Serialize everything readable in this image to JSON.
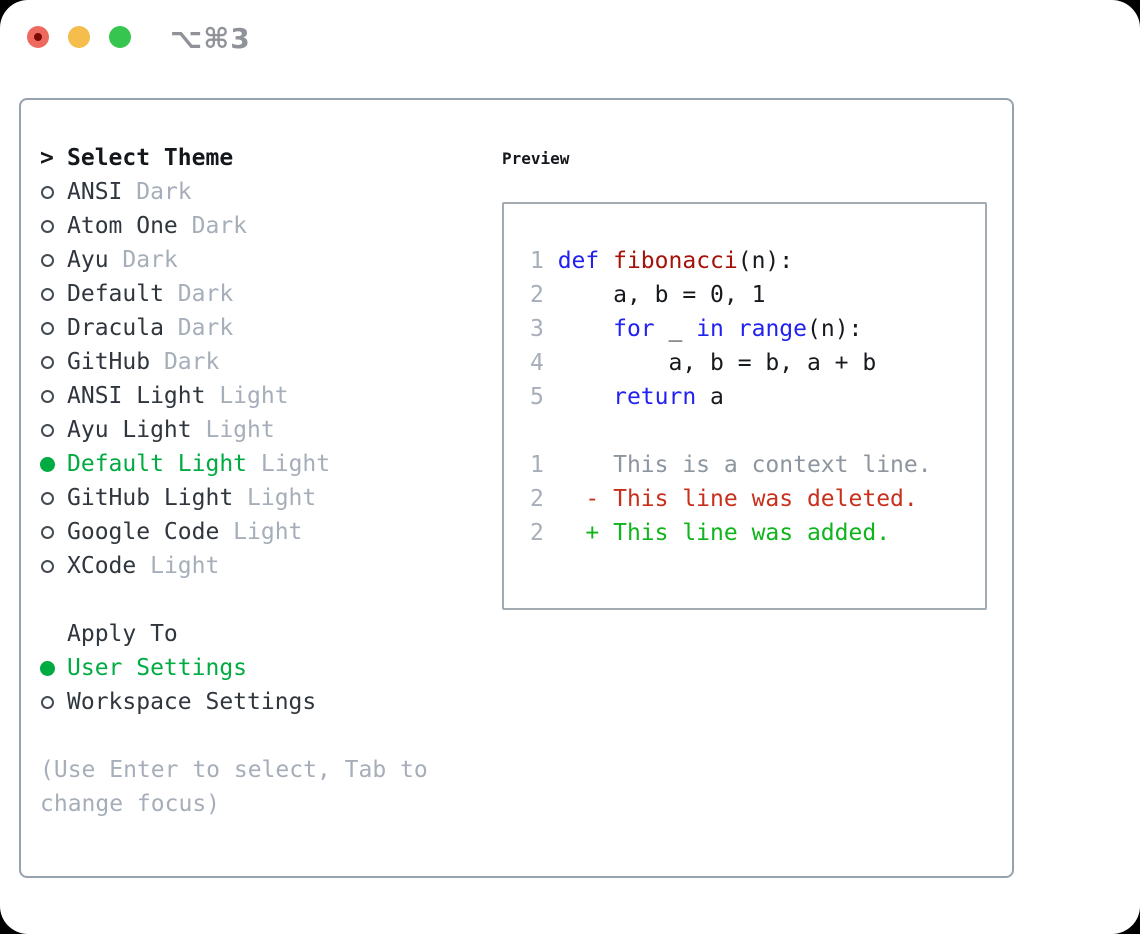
{
  "window": {
    "title": "⌥⌘3"
  },
  "titlebar": {
    "lights": [
      "close",
      "minimize",
      "zoom"
    ]
  },
  "theme_panel": {
    "prompt": ">",
    "header": "Select Theme",
    "themes": [
      {
        "name": "ANSI",
        "variant": "Dark",
        "selected": false
      },
      {
        "name": "Atom One",
        "variant": "Dark",
        "selected": false
      },
      {
        "name": "Ayu",
        "variant": "Dark",
        "selected": false
      },
      {
        "name": "Default",
        "variant": "Dark",
        "selected": false
      },
      {
        "name": "Dracula",
        "variant": "Dark",
        "selected": false
      },
      {
        "name": "GitHub",
        "variant": "Dark",
        "selected": false
      },
      {
        "name": "ANSI Light",
        "variant": "Light",
        "selected": false
      },
      {
        "name": "Ayu Light",
        "variant": "Light",
        "selected": false
      },
      {
        "name": "Default Light",
        "variant": "Light",
        "selected": true
      },
      {
        "name": "GitHub Light",
        "variant": "Light",
        "selected": false
      },
      {
        "name": "Google Code",
        "variant": "Light",
        "selected": false
      },
      {
        "name": "XCode",
        "variant": "Light",
        "selected": false
      }
    ],
    "apply_header": "Apply To",
    "apply_options": [
      {
        "label": "User Settings",
        "selected": true
      },
      {
        "label": "Workspace Settings",
        "selected": false
      }
    ],
    "help_lines": [
      "(Use Enter to select, Tab to",
      "change focus)"
    ]
  },
  "preview": {
    "header": "Preview",
    "code_lines": [
      {
        "num": "1",
        "segments": [
          [
            "kw",
            "def"
          ],
          [
            "plain",
            " "
          ],
          [
            "fn",
            "fibonacci"
          ],
          [
            "plain",
            "(n):"
          ]
        ]
      },
      {
        "num": "2",
        "segments": [
          [
            "plain",
            "    a, b = 0, 1"
          ]
        ]
      },
      {
        "num": "3",
        "segments": [
          [
            "plain",
            "    "
          ],
          [
            "kw",
            "for"
          ],
          [
            "plain",
            " _ "
          ],
          [
            "kw",
            "in"
          ],
          [
            "plain",
            " "
          ],
          [
            "kw",
            "range"
          ],
          [
            "plain",
            "(n):"
          ]
        ]
      },
      {
        "num": "4",
        "segments": [
          [
            "plain",
            "        a, b = b, a + b"
          ]
        ]
      },
      {
        "num": "5",
        "segments": [
          [
            "plain",
            "    "
          ],
          [
            "kw",
            "return"
          ],
          [
            "plain",
            " a"
          ]
        ]
      },
      {
        "num": "",
        "segments": []
      },
      {
        "num": "1",
        "segments": [
          [
            "ctx",
            "    This is a context line."
          ]
        ]
      },
      {
        "num": "2",
        "segments": [
          [
            "del",
            "  - This line was deleted."
          ]
        ]
      },
      {
        "num": "2",
        "segments": [
          [
            "add",
            "  + This line was added."
          ]
        ]
      }
    ]
  },
  "colors": {
    "accent_green": "#00ab42",
    "keyword_blue": "#2222f0",
    "function_red": "#a51207",
    "diff_deleted": "#c8301c",
    "diff_added": "#10b41c",
    "muted_gray": "#a6aeb9",
    "panel_border": "#98a2ac",
    "traffic_red": "#ee6a5f",
    "traffic_yellow": "#f5bd4b",
    "traffic_green": "#36c64f"
  }
}
